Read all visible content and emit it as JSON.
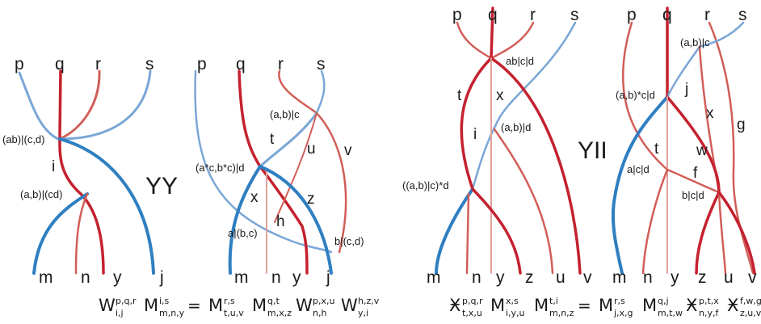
{
  "colors": {
    "blue": "#2f7fc1",
    "light_blue": "#7aa6d6",
    "dark_red": "#c4212f",
    "red": "#d25e58",
    "light_red": "#e0a19a"
  },
  "panel_yy_left": {
    "top": [
      "p",
      "q",
      "r",
      "s"
    ],
    "bottom": [
      "m",
      "n",
      "y",
      "j"
    ],
    "mid": [
      "i"
    ],
    "vertex_top": "(ab)|(c,d)",
    "vertex_bottom": "(a,b)|(cd)"
  },
  "title_yy": "YY",
  "panel_yy_right": {
    "top": [
      "p",
      "q",
      "r",
      "s"
    ],
    "bottom": [
      "m",
      "n",
      "y",
      "j"
    ],
    "mids": [
      "t",
      "u",
      "v",
      "x",
      "z",
      "h"
    ],
    "v1": "(a,b)|c",
    "v2": "(a*c,b*c)|d",
    "v3": "a|(b,c)",
    "v4": "b|(c,d)"
  },
  "panel_yii_left": {
    "top": [
      "p",
      "q",
      "r",
      "s"
    ],
    "bottom": [
      "m",
      "n",
      "y",
      "z",
      "u",
      "v"
    ],
    "mids": [
      "t",
      "x",
      "i"
    ],
    "v1": "ab|c|d",
    "v2": "(a,b)|d",
    "v3": "((a,b)|c)*d"
  },
  "title_yii": "YII",
  "panel_yii_right": {
    "top": [
      "p",
      "q",
      "r",
      "s"
    ],
    "bottom": [
      "m",
      "n",
      "y",
      "z",
      "u",
      "v"
    ],
    "mids": [
      "j",
      "x",
      "g",
      "t",
      "w",
      "f"
    ],
    "v1": "(a,b)|c",
    "v2": "(a,b)*c|d",
    "v3": "a|c|d",
    "v4": "b|c|d"
  },
  "equation_left": {
    "terms": [
      {
        "base": "W",
        "sup": "p,q,r",
        "sub": "i,j"
      },
      {
        "base": "M",
        "sup": "i,s",
        "sub": "m,n,y"
      },
      {
        "base": "=",
        "sup": "",
        "sub": ""
      },
      {
        "base": "M",
        "sup": "r,s",
        "sub": "t,u,v"
      },
      {
        "base": "M",
        "sup": "q,t",
        "sub": "m,x,z"
      },
      {
        "base": "W",
        "sup": "p,x,u",
        "sub": "n,h"
      },
      {
        "base": "W",
        "sup": "h,z,v",
        "sub": "y,i"
      }
    ]
  },
  "equation_right": {
    "terms": [
      {
        "base": "Ӿ",
        "sup": "p,q,r",
        "sub": "t,x,u"
      },
      {
        "base": "M",
        "sup": "x,s",
        "sub": "i,y,u"
      },
      {
        "base": "M",
        "sup": "t,i",
        "sub": "m,n,z"
      },
      {
        "base": "=",
        "sup": "",
        "sub": ""
      },
      {
        "base": "M",
        "sup": "r,s",
        "sub": "j,x,g"
      },
      {
        "base": "M",
        "sup": "q,j",
        "sub": "m,t,w"
      },
      {
        "base": "Ӿ",
        "sup": "p,t,x",
        "sub": "n,y,f"
      },
      {
        "base": "Ӿ",
        "sup": "f,w,g",
        "sub": "z,u,v"
      }
    ]
  }
}
